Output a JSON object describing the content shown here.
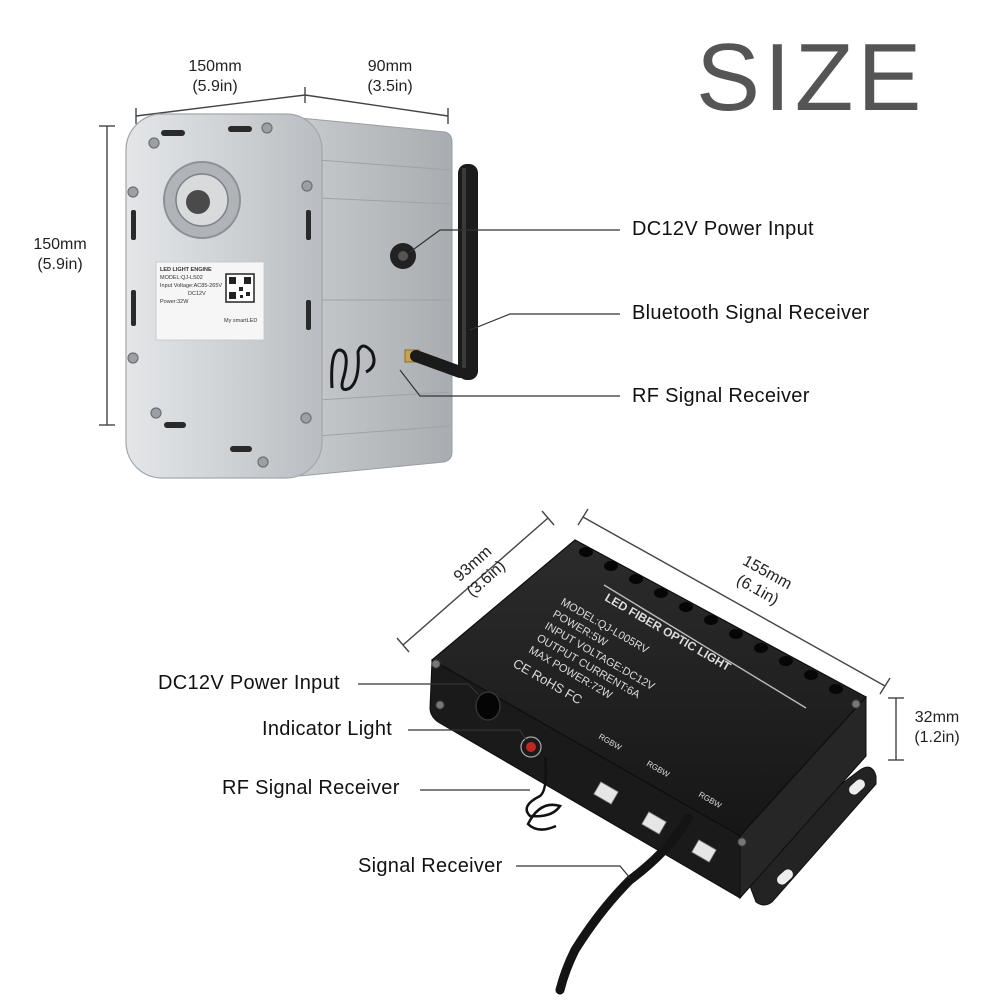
{
  "title": "SIZE",
  "engine": {
    "dim_width": {
      "mm": "150mm",
      "in": "(5.9in)"
    },
    "dim_depth": {
      "mm": "90mm",
      "in": "(3.5in)"
    },
    "dim_height": {
      "mm": "150mm",
      "in": "(5.9in)"
    },
    "callouts": [
      "DC12V Power Input",
      "Bluetooth Signal Receiver",
      "RF Signal Receiver"
    ],
    "label": {
      "line1": "LED LIGHT ENGINE",
      "line2": "MODEL:QJ-LS02",
      "line3": "Input Voltage:AC85-265V",
      "line4": "DC12V",
      "line5": "Power:32W",
      "app": "My smartLED"
    }
  },
  "controller": {
    "dim_width": {
      "mm": "93mm",
      "in": "(3.6in)"
    },
    "dim_length": {
      "mm": "155mm",
      "in": "(6.1in)"
    },
    "dim_height": {
      "mm": "32mm",
      "in": "(1.2in)"
    },
    "callouts": [
      "DC12V Power Input",
      "Indicator Light",
      "RF Signal Receiver",
      "Signal Receiver"
    ],
    "top_label": {
      "heading": "LED FIBER OPTIC LIGHT",
      "model": "MODEL:QJ-L005RV",
      "power": "POWER:5W",
      "input": "INPUT VOLTAGE:DC12V",
      "output": "OUTPUT CURRENT:6A",
      "max": "MAX POWER:72W",
      "certs": "CE RoHS FC"
    },
    "port_label": "RGBW"
  },
  "colors": {
    "engine_body": "#c9cdd1",
    "controller_body": "#1e1e1e",
    "title": "#555555"
  }
}
